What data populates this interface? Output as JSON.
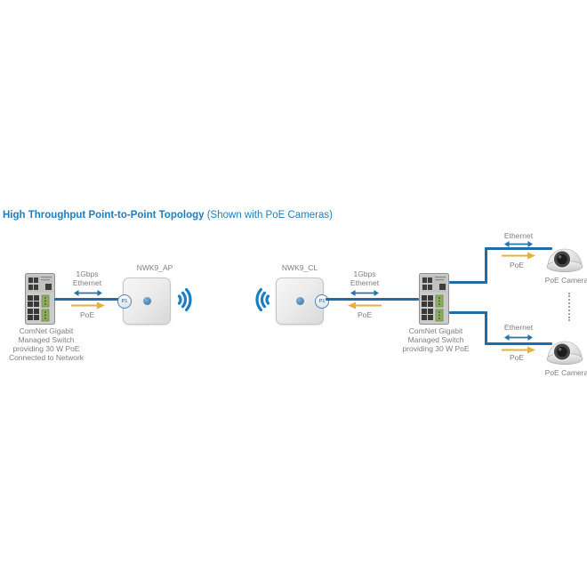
{
  "title": {
    "main": "High Throughput Point-to-Point Topology",
    "suffix": " (Shown with PoE Cameras)"
  },
  "colors": {
    "title_blue": "#1b7ec2",
    "line_blue": "#1f6ca8",
    "arrow_blue": "#2374ae",
    "poe_yellow": "#e6b23c",
    "label_gray": "#7e7e7e",
    "wifi_blue": "#1b7ec2"
  },
  "switch_left": {
    "label_lines": [
      "ComNet Gigabit",
      "Managed Switch",
      "providing 30 W PoE",
      "Connected to Network"
    ]
  },
  "switch_right": {
    "label_lines": [
      "ComNet Gigabit",
      "Managed Switch",
      "providing 30 W PoE"
    ]
  },
  "ap": {
    "name": "NWK9_AP",
    "port": "P1"
  },
  "client": {
    "name": "NWK9_CL",
    "port": "P1"
  },
  "left_link": {
    "speed": "1Gbps",
    "medium": "Ethernet",
    "power": "PoE"
  },
  "right_link": {
    "speed": "1Gbps",
    "medium": "Ethernet",
    "power": "PoE"
  },
  "camera_top": {
    "medium": "Ethernet",
    "power": "PoE",
    "label": "PoE Camera"
  },
  "camera_bottom": {
    "medium": "Ethernet",
    "power": "PoE",
    "label": "PoE Camera"
  }
}
